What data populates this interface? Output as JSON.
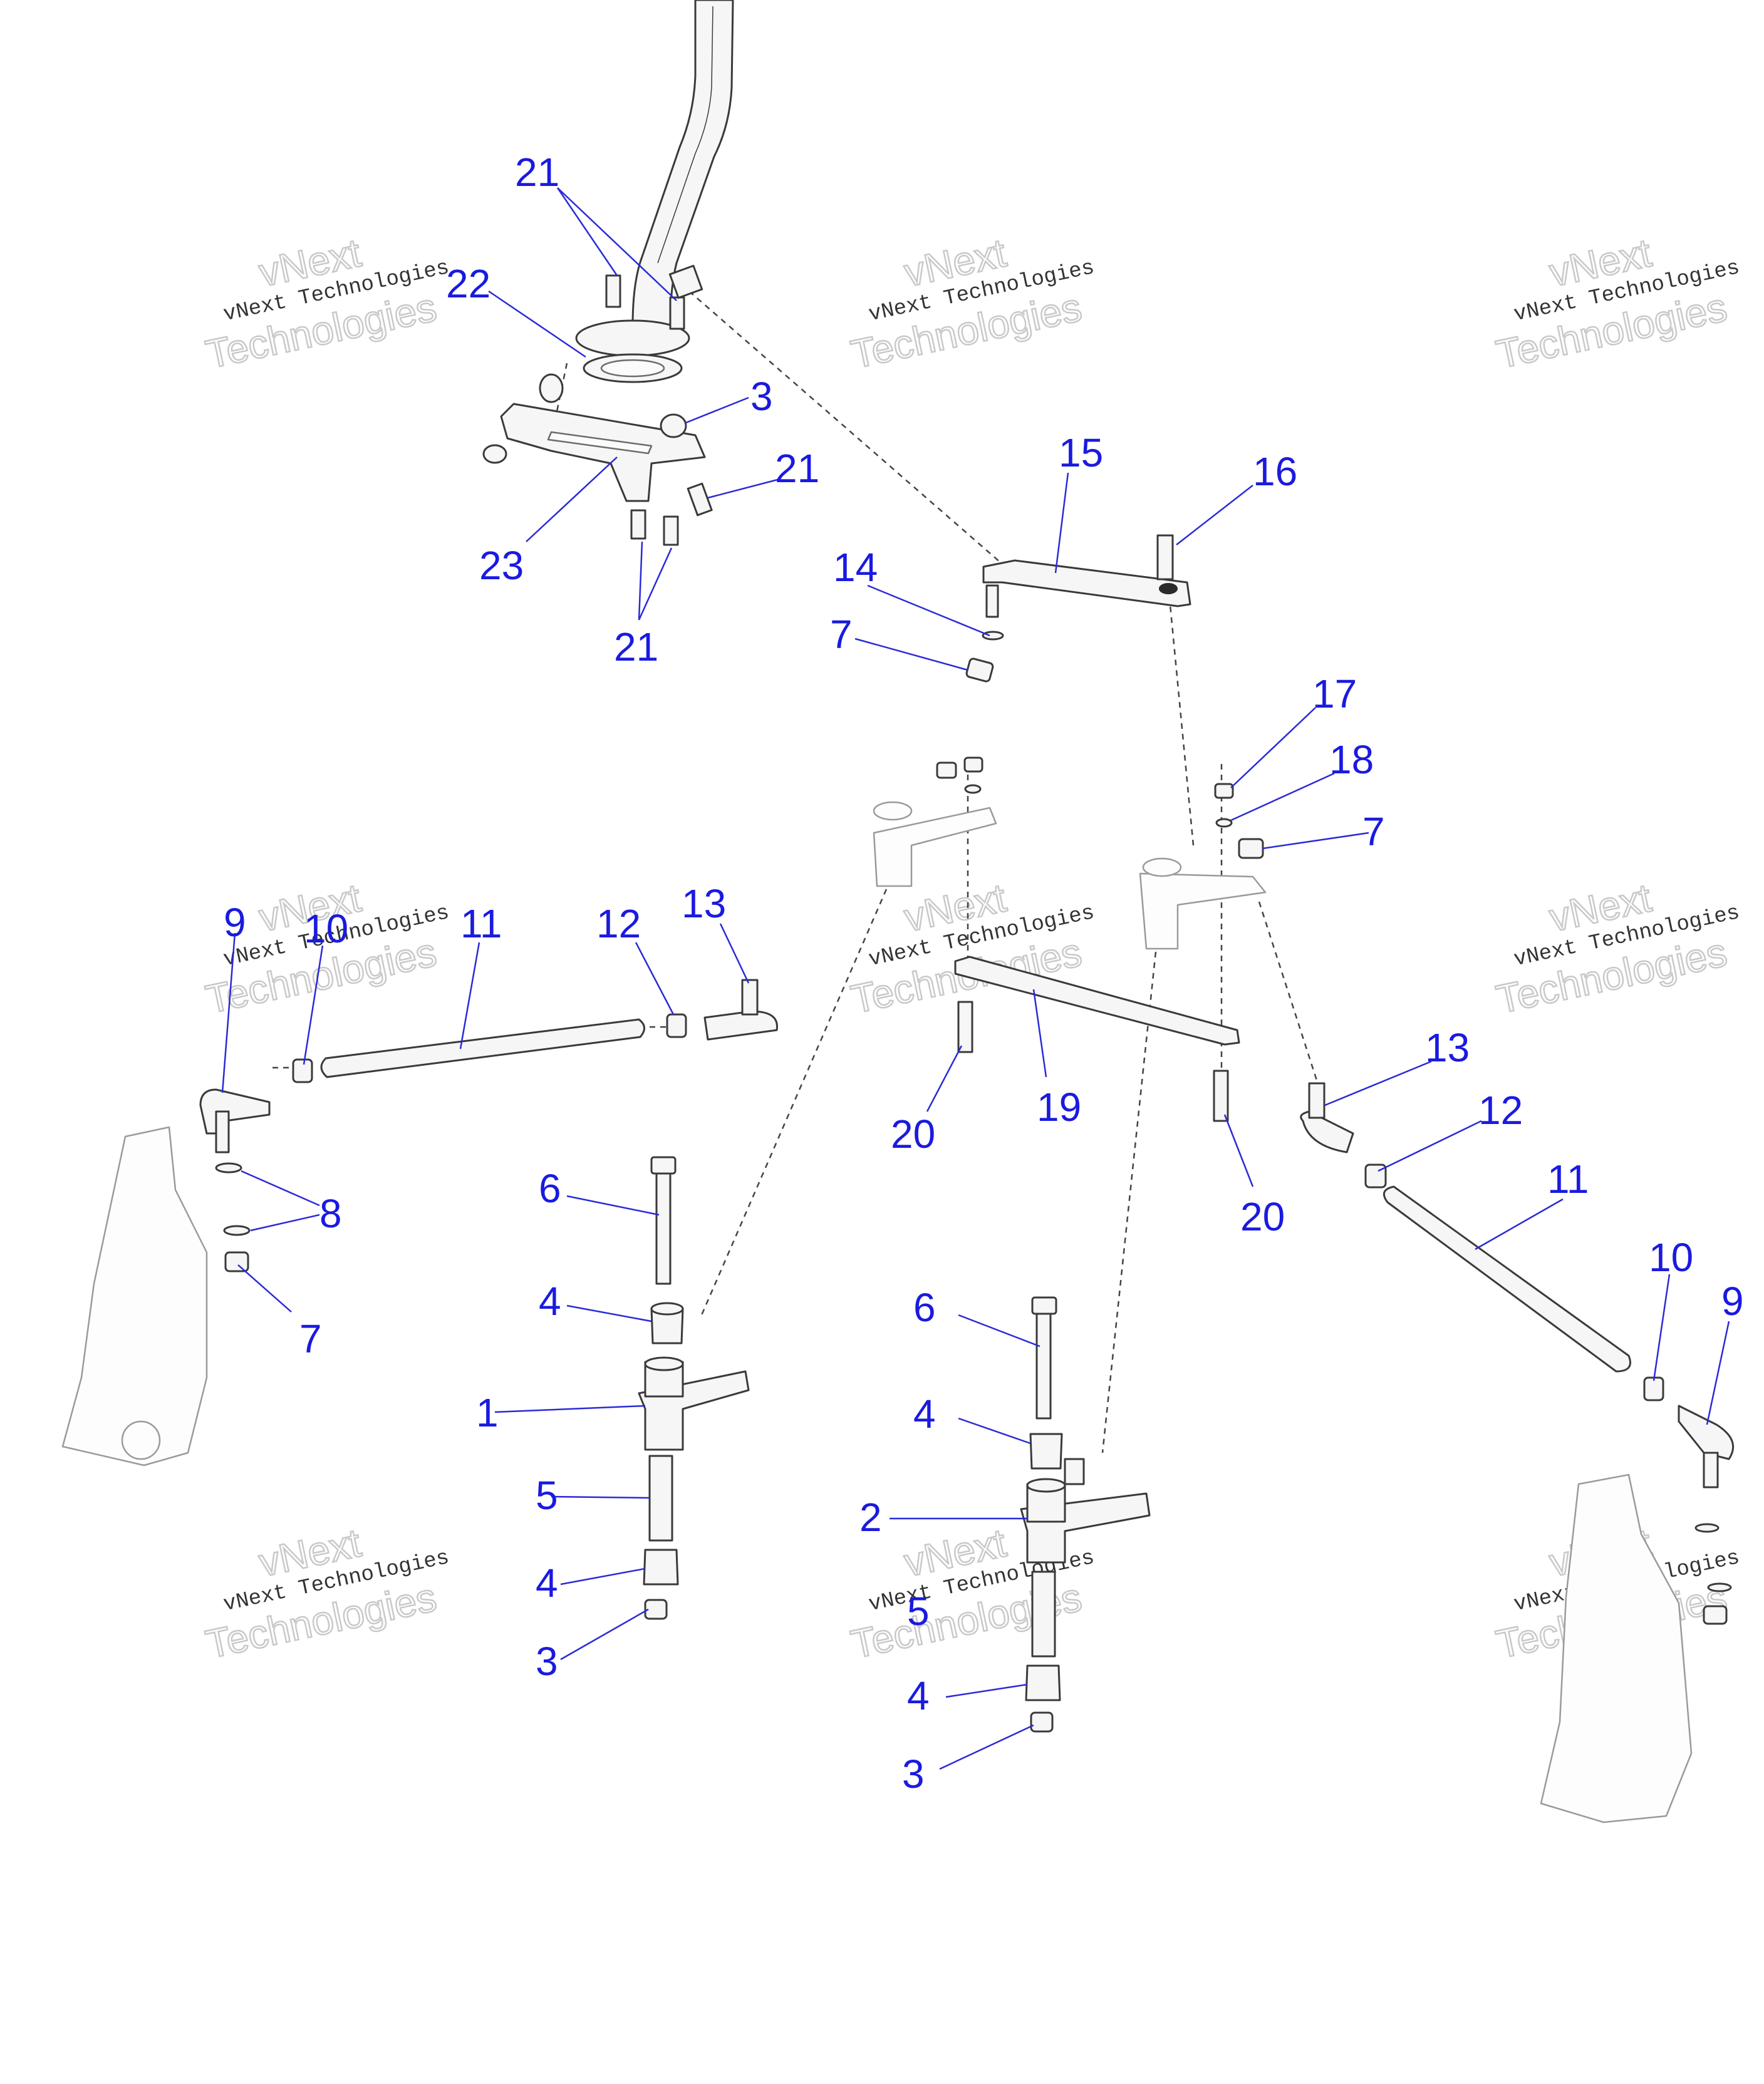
{
  "diagram": {
    "type": "exploded-parts-diagram",
    "line_color": "#3a3a3a",
    "callout_color": "#1a1ae0",
    "watermark_color": "#c9c9c9"
  },
  "watermark": {
    "brand_top": "vNext",
    "brand_line": "vNext Technologies",
    "brand_bottom": "Technologies"
  },
  "callouts": [
    "21",
    "22",
    "3",
    "21",
    "23",
    "21",
    "15",
    "16",
    "14",
    "7",
    "17",
    "18",
    "7",
    "9",
    "10",
    "11",
    "12",
    "13",
    "19",
    "20",
    "20",
    "13",
    "12",
    "11",
    "10",
    "9",
    "8",
    "7",
    "6",
    "4",
    "1",
    "5",
    "4",
    "3",
    "6",
    "4",
    "2",
    "5",
    "4",
    "3"
  ]
}
